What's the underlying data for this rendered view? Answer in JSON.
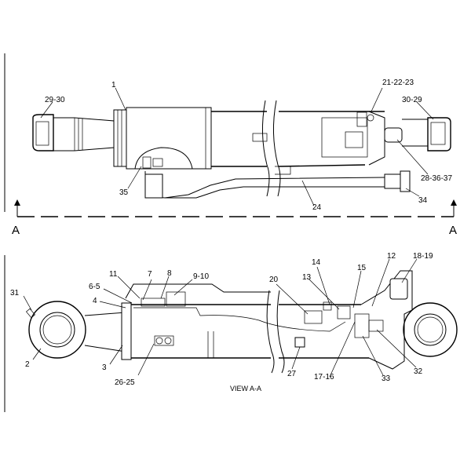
{
  "diagram": {
    "section_marker_left": "A",
    "section_marker_right": "A",
    "view_caption": "VIEW A-A",
    "top_view_labels": {
      "l1": "1",
      "l29_30": "29-30",
      "l30_29": "30-29",
      "l21_22_23": "21-22-23",
      "l28_36_37": "28-36-37",
      "l35": "35",
      "l34": "34",
      "l24": "24"
    },
    "bottom_view_labels": {
      "l31": "31",
      "l11": "11",
      "l7": "7",
      "l8": "8",
      "l9_10": "9-10",
      "l6_5": "6-5",
      "l4": "4",
      "l2": "2",
      "l3": "3",
      "l26_25": "26-25",
      "l20": "20",
      "l14": "14",
      "l13": "13",
      "l15": "15",
      "l12": "12",
      "l18_19": "18-19",
      "l27": "27",
      "l17_16": "17-16",
      "l33": "33",
      "l32": "32"
    }
  }
}
